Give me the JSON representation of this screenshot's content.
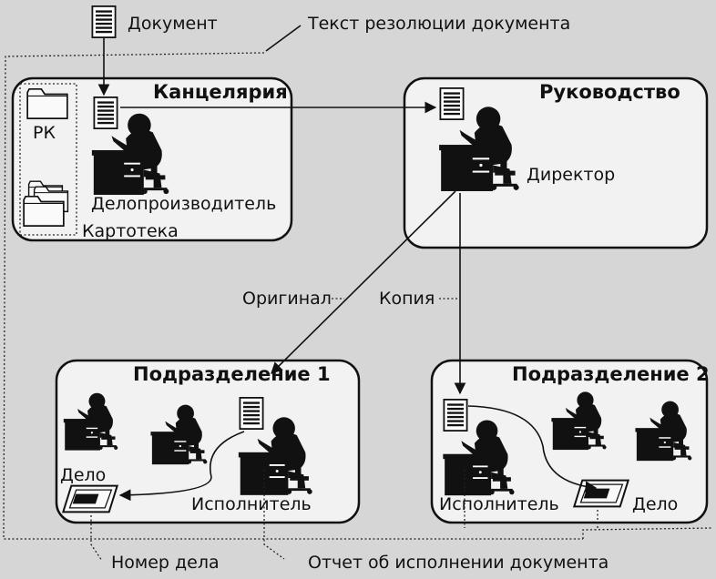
{
  "labels": {
    "document": "Документ",
    "resolution_text": "Текст резолюции документа",
    "chancellery": "Канцелярия",
    "rk": "РК",
    "clerk": "Делопроизводитель",
    "card_index": "Картотека",
    "management": "Руководство",
    "director": "Директор",
    "original": "Оригинал",
    "copy": "Копия",
    "division1": "Подразделение 1",
    "division2": "Подразделение 2",
    "case1": "Дело",
    "case2": "Дело",
    "executor1": "Исполнитель",
    "executor2": "Исполнитель",
    "case_number": "Номер дела",
    "report": "Отчет об исполнении документа"
  },
  "icons": {
    "document": "document-icon",
    "worker": "worker-at-desk-icon",
    "folder": "folder-icon",
    "case_tray": "case-tray-icon"
  }
}
